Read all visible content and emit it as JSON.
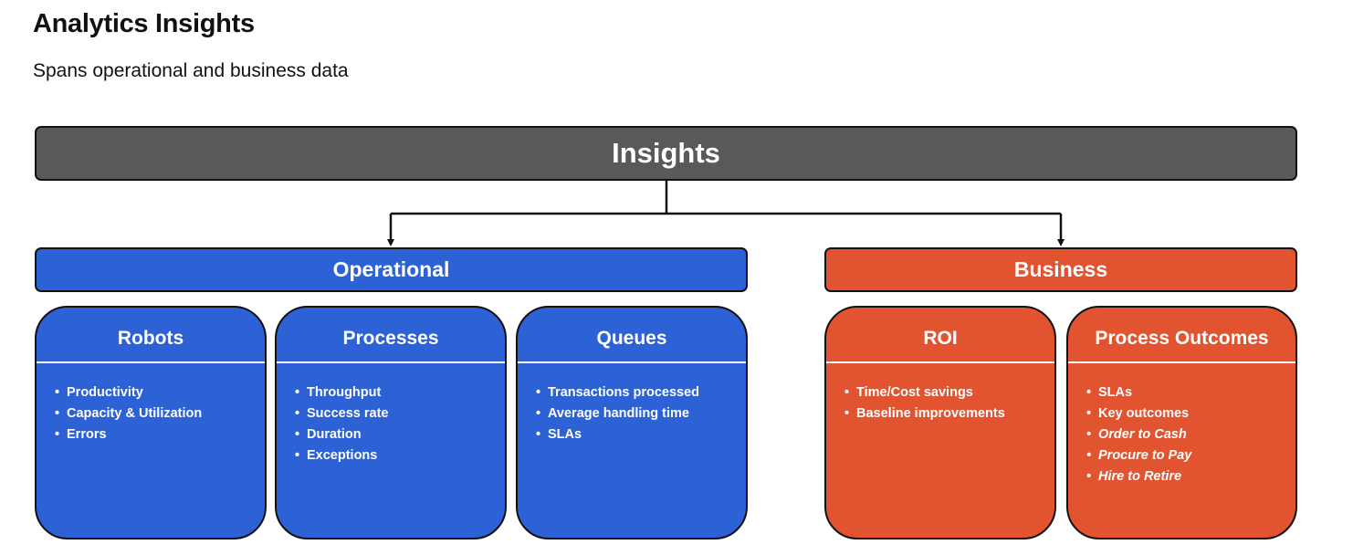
{
  "header": {
    "title": "Analytics Insights",
    "subtitle": "Spans operational and business data"
  },
  "diagram": {
    "root": {
      "label": "Insights",
      "color": "#595959"
    },
    "branches": [
      {
        "label": "Operational",
        "color": "#2d62d6",
        "cards": [
          {
            "title": "Robots",
            "items": [
              {
                "text": "Productivity",
                "italic": false
              },
              {
                "text": "Capacity & Utilization",
                "italic": false
              },
              {
                "text": "Errors",
                "italic": false
              }
            ]
          },
          {
            "title": "Processes",
            "items": [
              {
                "text": "Throughput",
                "italic": false
              },
              {
                "text": "Success rate",
                "italic": false
              },
              {
                "text": "Duration",
                "italic": false
              },
              {
                "text": "Exceptions",
                "italic": false
              }
            ]
          },
          {
            "title": "Queues",
            "items": [
              {
                "text": "Transactions processed",
                "italic": false
              },
              {
                "text": "Average handling time",
                "italic": false
              },
              {
                "text": "SLAs",
                "italic": false
              }
            ]
          }
        ]
      },
      {
        "label": "Business",
        "color": "#e25430",
        "cards": [
          {
            "title": "ROI",
            "items": [
              {
                "text": "Time/Cost savings",
                "italic": false
              },
              {
                "text": "Baseline improvements",
                "italic": false
              }
            ]
          },
          {
            "title": "Process Outcomes",
            "items": [
              {
                "text": "SLAs",
                "italic": false
              },
              {
                "text": "Key outcomes",
                "italic": false
              },
              {
                "text": "Order to Cash",
                "italic": true
              },
              {
                "text": "Procure to Pay",
                "italic": true
              },
              {
                "text": "Hire to Retire",
                "italic": true
              }
            ]
          }
        ]
      }
    ]
  }
}
